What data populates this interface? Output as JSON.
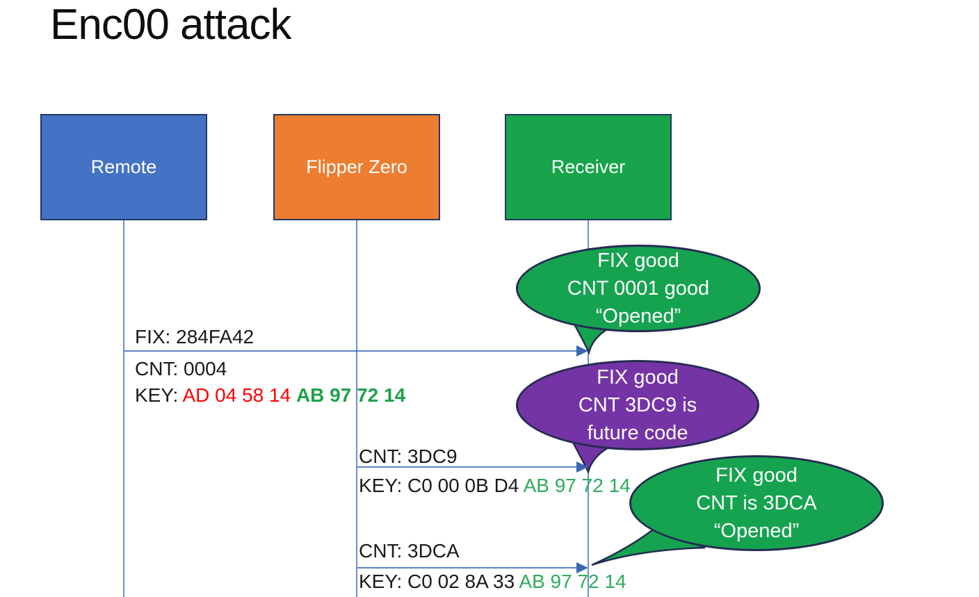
{
  "title": "Enc00 attack",
  "colors": {
    "actor_blue": "#4472C4",
    "actor_orange": "#ED7D31",
    "actor_green": "#17A44B",
    "box_border": "#1F3864",
    "bubble_border": "#252B52",
    "bubble_green": "#16A350",
    "bubble_purple": "#7534A6",
    "line_blue": "#4472C4",
    "text_black": "#1a1a1a",
    "text_red": "#FF0000",
    "text_green_bold": "#1EA14B",
    "text_green": "#2EAC5C"
  },
  "actors": [
    {
      "label": "Remote"
    },
    {
      "label": "Flipper Zero"
    },
    {
      "label": "Receiver"
    }
  ],
  "messages": [
    {
      "from": "Remote",
      "to": "Receiver",
      "label_above": [
        [
          {
            "t": "FIX: 284FA42"
          }
        ]
      ],
      "label_below": [
        [
          {
            "t": "CNT: 0004"
          }
        ],
        [
          {
            "t": "KEY: "
          },
          {
            "t": "AD 04 58 14 ",
            "color": "#FF0000"
          },
          {
            "t": "AB 97 72 14",
            "color": "#1EA14B",
            "bold": true
          }
        ]
      ]
    },
    {
      "from": "Flipper Zero",
      "to": "Receiver",
      "label_above": [
        [
          {
            "t": "CNT: 3DC9"
          }
        ]
      ],
      "label_below": [
        [
          {
            "t": "KEY: C0 00 0B D4 "
          },
          {
            "t": "AB 97 72 14",
            "color": "#2EAC5C"
          }
        ]
      ]
    },
    {
      "from": "Flipper Zero",
      "to": "Receiver",
      "label_above": [
        [
          {
            "t": "CNT: 3DCA"
          }
        ]
      ],
      "label_below": [
        [
          {
            "t": "KEY: C0 02 8A 33 "
          },
          {
            "t": "AB 97 72 14",
            "color": "#2EAC5C"
          }
        ]
      ]
    }
  ],
  "callouts": [
    {
      "fill": "#16A350",
      "lines": [
        "FIX good",
        "CNT 0001 good",
        "“Opened”"
      ]
    },
    {
      "fill": "#7534A6",
      "lines": [
        "FIX good",
        "CNT 3DC9 is",
        "future code"
      ]
    },
    {
      "fill": "#16A350",
      "lines": [
        "FIX good",
        "CNT is 3DCA",
        "“Opened”"
      ]
    }
  ]
}
